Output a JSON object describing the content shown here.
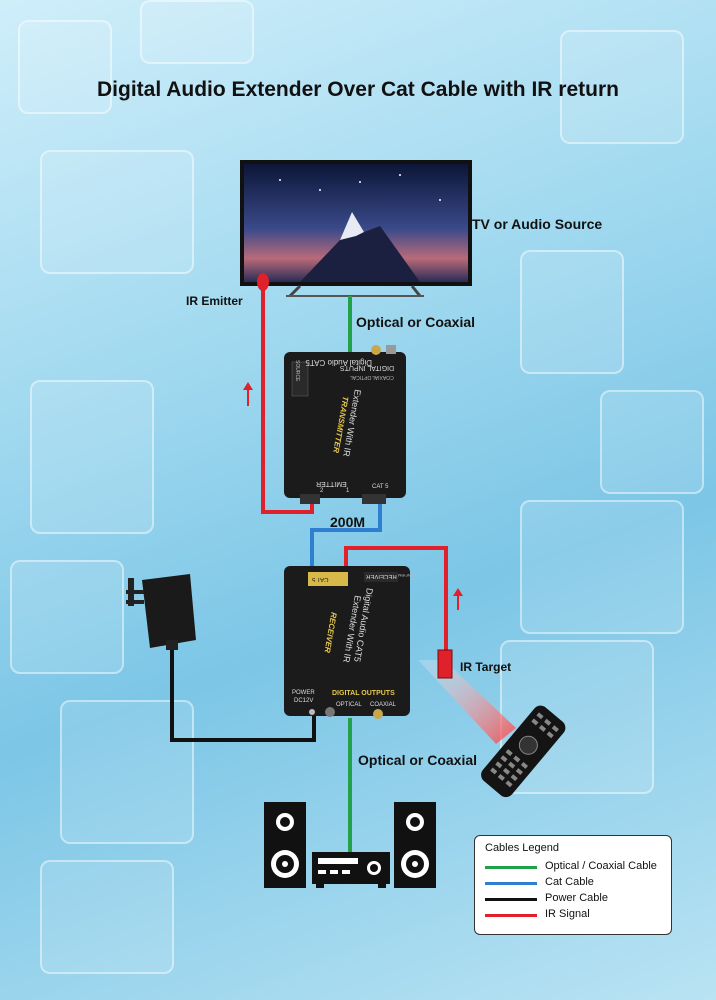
{
  "title": "Digital Audio Extender Over Cat Cable with IR return",
  "labels": {
    "tv_source": "TV or Audio Source",
    "ir_emitter": "IR Emitter",
    "optical_top": "Optical or Coaxial",
    "distance": "200M",
    "ir_target": "IR Target",
    "optical_bottom": "Optical or Coaxial"
  },
  "transmitter": {
    "product": "Digital Audio CAT5",
    "product2": "Extender With IR",
    "role": "TRANSMITTER",
    "inputs": "DIGITAL INPUTS",
    "coaxial": "COAXIAL",
    "optical": "OPTICAL",
    "source": "SOURCE",
    "emitter": "EMITTER",
    "port1": "1",
    "port2": "2",
    "cat5": "CAT 5"
  },
  "receiver": {
    "product": "Digital Audio CAT5",
    "product2": "Extender With IR",
    "role": "RECEIVER",
    "outputs": "DIGITAL OUTPUTS",
    "optical": "OPTICAL",
    "coaxial": "COAXIAL",
    "power": "POWER",
    "dc": "DC12V",
    "cat5": "CAT 5",
    "receiver_tag": "RECEIVER",
    "confirm": "CONFIRM"
  },
  "legend": {
    "title": "Cables Legend",
    "items": [
      {
        "label": "Optical / Coaxial Cable",
        "color": "#22a04a"
      },
      {
        "label": "Cat Cable",
        "color": "#2f7fd0"
      },
      {
        "label": "Power Cable",
        "color": "#111111"
      },
      {
        "label": "IR Signal",
        "color": "#e0202a"
      }
    ]
  },
  "colors": {
    "optical": "#22a04a",
    "cat": "#2f7fd0",
    "power": "#111111",
    "ir": "#e0202a",
    "device": "#1b1b1b",
    "device_text": "#e8c84a"
  },
  "icons": [
    "tv-icon",
    "power-adapter-icon",
    "remote-control-icon",
    "speaker-icon",
    "amplifier-icon",
    "ir-target-icon"
  ]
}
